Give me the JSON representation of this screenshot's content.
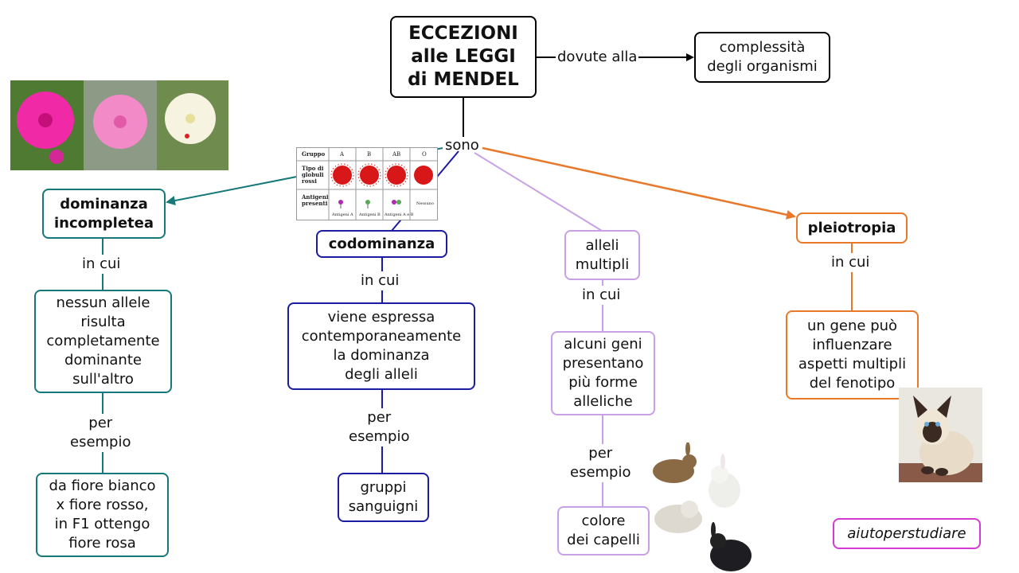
{
  "colors": {
    "root": "#000000",
    "teal": "#17787a",
    "navy": "#1c1ca0",
    "lilac": "#c8a0e6",
    "orange": "#e8782a",
    "magenta": "#d23ad2"
  },
  "root": {
    "title": "ECCEZIONI\nalle LEGGI\ndi MENDEL",
    "link_label": "dovute alla",
    "cause": "complessità\ndegli organismi",
    "branch_label": "sono"
  },
  "branches": {
    "incomplete": {
      "title": "dominanza\nincompletea",
      "link1": "in cui",
      "desc": "nessun allele\nrisulta\ncompletamente\ndominante\nsull'altro",
      "link2": "per\nesempio",
      "example": "da fiore bianco\nx fiore rosso,\nin F1 ottengo\nfiore rosa"
    },
    "codominance": {
      "title": "codominanza",
      "link1": "in cui",
      "desc": "viene espressa\ncontemporaneamente\nla dominanza\ndegli alleli",
      "link2": "per\nesempio",
      "example": "gruppi\nsanguigni"
    },
    "multiple": {
      "title": "alleli\nmultipli",
      "link1": "in cui",
      "desc": "alcuni geni\npresentano\npiù forme\nalleliche",
      "link2": "per\nesempio",
      "example": "colore\ndei capelli"
    },
    "pleiotropy": {
      "title": "pleiotropia",
      "link1": "in cui",
      "desc": "un gene può\ninfluenzare\naspetti multipli\ndel fenotipo"
    }
  },
  "blood_table": {
    "header": "Gruppo",
    "groups": [
      "A",
      "B",
      "AB",
      "O"
    ],
    "row1": "Tipo di\nglobuli\nrossi",
    "row2": "Antigeni\npresenti",
    "antigens": [
      "Antigeni A",
      "Antigeni B",
      "Antigeni A e B",
      "Nessuno"
    ]
  },
  "watermark": "aiutoperstudiare",
  "images": {
    "flowers": "flowers-photo",
    "cat": "siamese-cat-photo",
    "rabbits": "rabbits-photo"
  }
}
